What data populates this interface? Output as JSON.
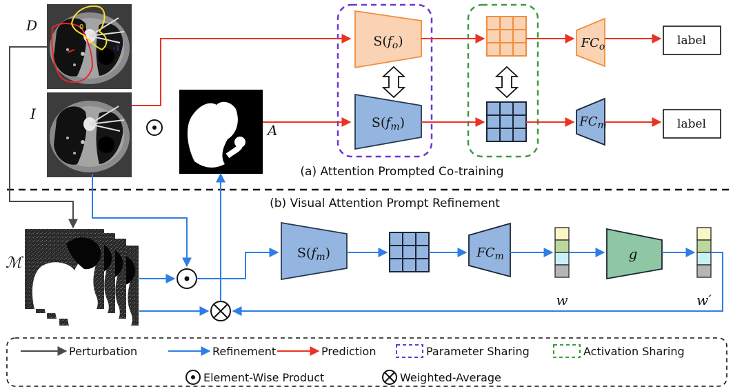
{
  "figure": {
    "ct_labels": {
      "D": "D",
      "I": "I",
      "A": "A",
      "M": "ℳ"
    },
    "contour_labels": {
      "zero": "0",
      "minus_one": "-1"
    },
    "branch_a": {
      "top_encoder": {
        "S": "S(",
        "f": "f",
        "sub": "o",
        "close": ")"
      },
      "bottom_encoder": {
        "S": "S(",
        "f": "f",
        "sub": "m",
        "close": ")"
      },
      "top_fc": {
        "FC": "FC",
        "sub": "o"
      },
      "bottom_fc": {
        "FC": "FC",
        "sub": "m"
      },
      "label_top": "label",
      "label_bottom": "label",
      "caption": "(a) Attention Prompted Co-training"
    },
    "branch_b": {
      "encoder": {
        "S": "S(",
        "f": "f",
        "sub": "m",
        "close": ")"
      },
      "fc": {
        "FC": "FC",
        "sub": "m"
      },
      "g": "g",
      "w": "w",
      "w_prime": "w′",
      "caption": "(b) Visual Attention Prompt Refinement"
    },
    "legend": {
      "perturbation": "Perturbation",
      "refinement": "Refinement",
      "prediction": "Prediction",
      "parameter_sharing": "Parameter Sharing",
      "activation_sharing": "Activation Sharing",
      "element_wise_product": "Element-Wise Product",
      "weighted_average": "Weighted-Average"
    },
    "colors": {
      "orange_fill": "#f9d3b4",
      "orange_stroke": "#f28d3c",
      "blue_fill": "#93b5df",
      "blue_stroke": "#27384f",
      "green_fill": "#8fc6a3",
      "purple_dash": "#6a35d6",
      "green_dash": "#3f9a3f",
      "prediction_arrow": "#ea3323",
      "refinement_arrow": "#2f7ee8",
      "perturbation_arrow": "#4a4a4a",
      "vec_yellow": "#fbf6c4",
      "vec_green": "#b9d89a",
      "vec_cyan": "#c7f1f7",
      "vec_gray": "#b5b5b5"
    },
    "icons": [
      "element-wise-product-icon",
      "weighted-average-icon",
      "double-arrow-icon",
      "grid-icon"
    ]
  }
}
